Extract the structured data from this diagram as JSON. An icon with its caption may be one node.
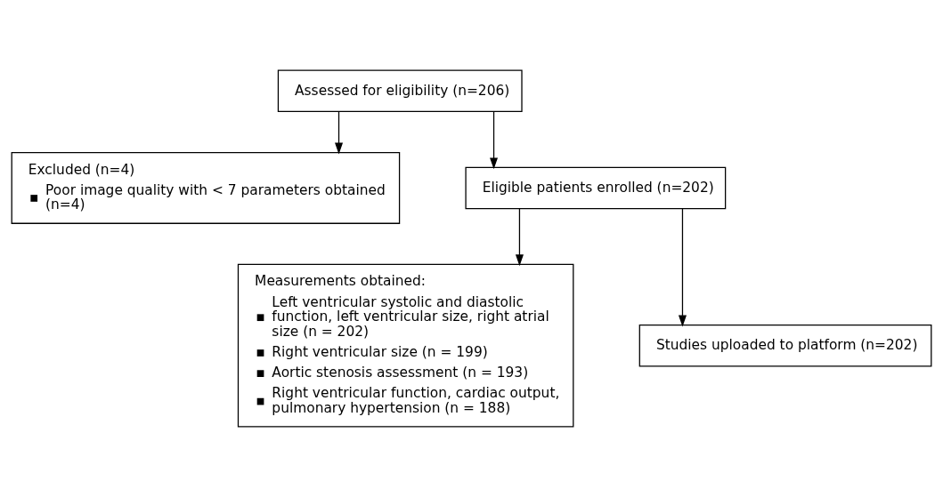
{
  "diagram": {
    "nodes": [
      {
        "text": [
          "Assessed for eligibility (n=206)"
        ]
      },
      {
        "text": [
          "Excluded (n=4)",
          "Poor image quality with < 7 parameters obtained (n=4)"
        ]
      },
      {
        "text": [
          "Eligible patients enrolled (n=202)"
        ]
      },
      {
        "text": [
          "Measurements obtained:",
          "Left ventricular systolic and diastolic function, left ventricular size, right atrial size (n = 202)",
          "Right ventricular size (n = 199)",
          "Aortic stenosis assessment (n = 193)",
          "Right ventricular function, cardiac output, pulmonary hypertension (n = 188)"
        ]
      },
      {
        "text": [
          "Studies uploaded to platform (n=202)"
        ]
      }
    ],
    "edges": [
      {
        "from": 0,
        "to": 2,
        "arrow": "to"
      },
      {
        "from": 0,
        "to": 1,
        "arrow": "to"
      },
      {
        "from": 2,
        "to": 4,
        "arrow": "to"
      },
      {
        "from": 2,
        "to": 3,
        "arrow": "to"
      }
    ]
  }
}
